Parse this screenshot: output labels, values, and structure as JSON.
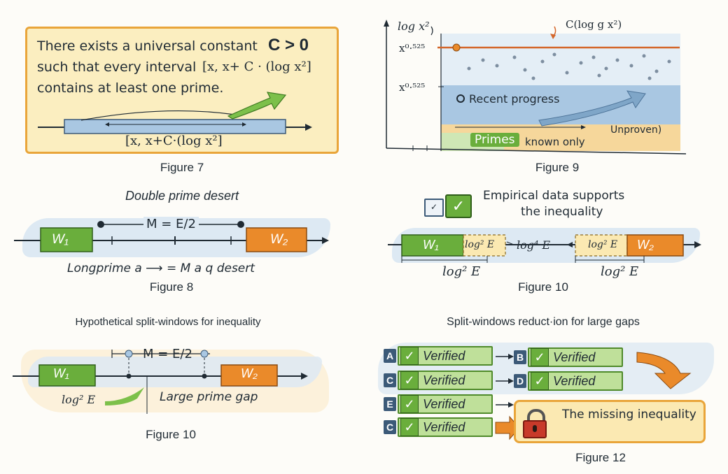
{
  "fig7": {
    "line1": "There exists a universal constant",
    "constant": "C > 0",
    "line2": "such that every interval",
    "interval": "[x, x+ C · (log x²]",
    "line3": "contains at least one prime.",
    "bar_label": "[x, x+C·(log x²]",
    "caption": "Figure 7"
  },
  "fig8": {
    "title": "Double prime desert",
    "w1": "W₁",
    "w2": "W₂",
    "m_label": "M = E/2",
    "sub": "Longprime a ⟶ = M a q desert",
    "caption": "Figure 8"
  },
  "fig10a": {
    "title": "Hypothetical split-windows for inequality",
    "w1": "W₁",
    "w2": "W₂",
    "m_label": "M = E/2",
    "log_label": "log² E",
    "gap_label": "Large prime gap",
    "caption": "Figure 10"
  },
  "fig9": {
    "ylabel": "log x²",
    "curve_label": "C(log g x²)",
    "tick_top": "x⁰·⁵²⁵",
    "tick_mid": "x⁰·⁵²⁵",
    "progress": "Recent progress",
    "unproven": "Unproven)",
    "primes": "Primes",
    "known": "known only",
    "caption": "Figure 9"
  },
  "fig10b": {
    "title_line1": "Empirical data supports",
    "title_line2": "the inequality",
    "w1": "W₁",
    "w2": "W₂",
    "log_left": "log² E",
    "log_mid": "log⁴ E",
    "log_right": "log² E",
    "below_left": "log² E",
    "below_right": "log² E",
    "caption": "Figure 10"
  },
  "fig12": {
    "title": "Split-windows reduct·ion for large gaps",
    "items": [
      {
        "letter": "A",
        "label": "Verified"
      },
      {
        "letter": "B",
        "label": "Verified"
      },
      {
        "letter": "C",
        "label": "Verified"
      },
      {
        "letter": "D",
        "label": "Verified"
      },
      {
        "letter": "E",
        "label": "Verified"
      },
      {
        "letter": "C",
        "label": "Verified"
      }
    ],
    "missing": "The missing inequality",
    "caption": "Figure 12"
  },
  "colors": {
    "green": "#6aae3c",
    "orange": "#ea8a2a",
    "blue": "#cfe0ee",
    "yellow": "#fbe9b2",
    "border_orange": "#e9a53a"
  }
}
